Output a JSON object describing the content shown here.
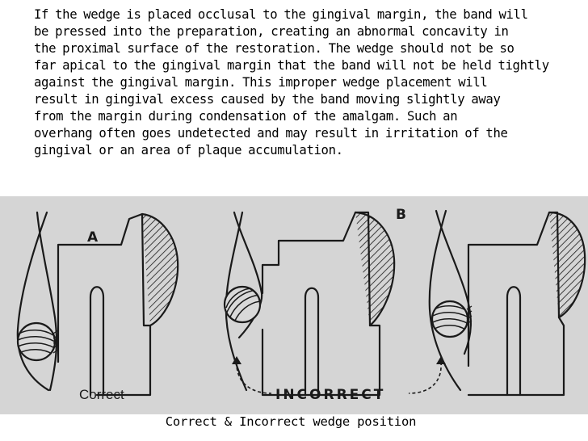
{
  "paragraph": {
    "lines": [
      "If the wedge is placed occlusal to the gingival margin, the band will",
      "be pressed into the preparation, creating an abnormal concavity in",
      "the proximal surface of the restoration. The wedge should not be so",
      "far apical to the gingival margin that the band will not be held tightly",
      "against the gingival margin. This improper wedge placement will",
      "result in gingival excess caused by the band moving slightly away",
      "from the margin during condensation of the amalgam. Such an",
      "overhang often goes undetected and may result in irritation of  the",
      "gingival or an area of plaque accumulation."
    ]
  },
  "figure": {
    "label_a": "A",
    "label_b": "B",
    "label_correct": "Correct",
    "label_incorrect": "INCORRECT"
  },
  "caption": "Correct & Incorrect wedge position",
  "colors": {
    "paper": "#d9d9d9",
    "ink": "#1a1a1a"
  }
}
